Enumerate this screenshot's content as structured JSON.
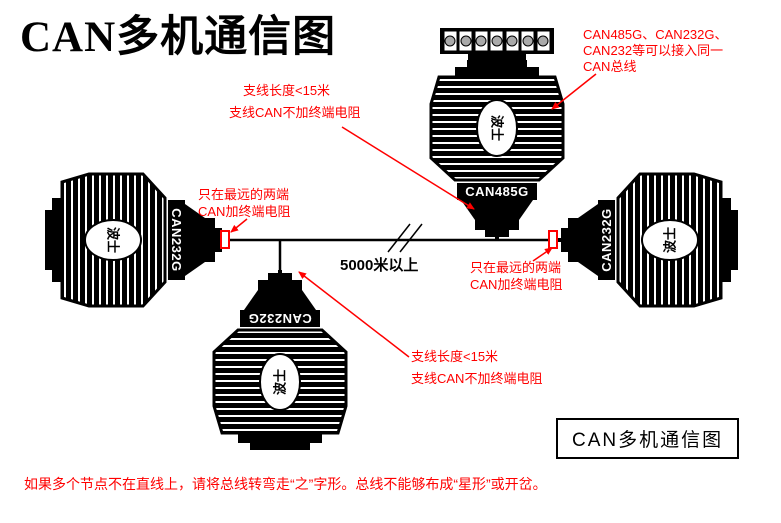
{
  "title": "CAN多机通信图",
  "colors": {
    "annotation": "#ff0000",
    "line": "#000000",
    "terminator": "#ff0000"
  },
  "bus": {
    "distance_label": "5000米以上"
  },
  "devices": {
    "top": {
      "label": "CAN485G",
      "logo": "波士"
    },
    "left": {
      "label": "CAN232G",
      "logo": "波士"
    },
    "right": {
      "label": "CAN232G",
      "logo": "波士"
    },
    "bottom": {
      "label": "CAN232G",
      "logo": "波士"
    }
  },
  "annotations": {
    "top_branch": {
      "line1": "支线长度<15米",
      "line2": "支线CAN不加终端电阻"
    },
    "top_right": {
      "lines": [
        "CAN485G、CAN232G、",
        "CAN232等可以接入同一",
        "CAN总线"
      ]
    },
    "left_end": {
      "line1": "只在最远的两端",
      "line2": "CAN加终端电阻"
    },
    "right_end": {
      "line1": "只在最远的两端",
      "line2": "CAN加终端电阻"
    },
    "bottom_branch": {
      "line1": "支线长度<15米",
      "line2": "支线CAN不加终端电阻"
    }
  },
  "boxed_caption": "CAN多机通信图",
  "footnote": "如果多个节点不在直线上，请将总线转弯走“之”字形。总线不能够布成“星形”或开岔。"
}
